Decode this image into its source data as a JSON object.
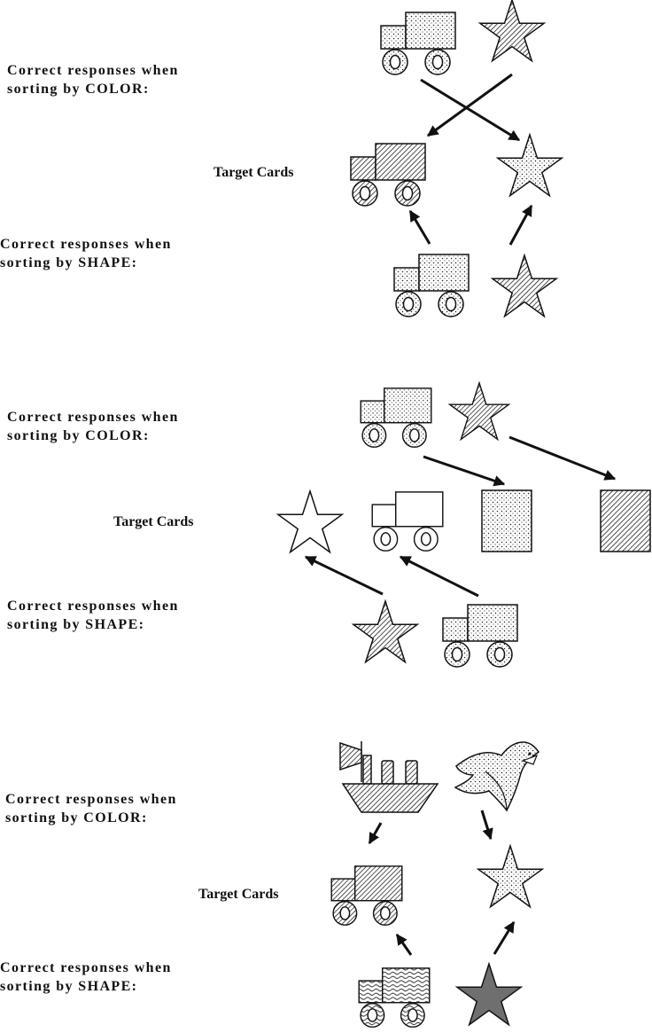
{
  "panels": [
    {
      "color_label": [
        "Correct responses when",
        "sorting by COLOR:"
      ],
      "target_label": "Target Cards",
      "shape_label": [
        "Correct responses when",
        "sorting by SHAPE:"
      ]
    },
    {
      "color_label": [
        "Correct responses when",
        "sorting by COLOR:"
      ],
      "target_label": "Target Cards",
      "shape_label": [
        "Correct responses when",
        "sorting by SHAPE:"
      ]
    },
    {
      "color_label": [
        "Correct responses when",
        "sorting by COLOR:"
      ],
      "target_label": "Target Cards",
      "shape_label": [
        "Correct responses when",
        "sorting by SHAPE:"
      ]
    }
  ],
  "figures": {
    "panel_1": {
      "color_row": [
        {
          "shape": "truck",
          "fill": "dots"
        },
        {
          "shape": "star",
          "fill": "hatch"
        }
      ],
      "targets": [
        {
          "shape": "truck",
          "fill": "hatch"
        },
        {
          "shape": "star",
          "fill": "dots"
        }
      ],
      "shape_row": [
        {
          "shape": "truck",
          "fill": "dots"
        },
        {
          "shape": "star",
          "fill": "hatch"
        }
      ]
    },
    "panel_2": {
      "color_row": [
        {
          "shape": "truck",
          "fill": "dots"
        },
        {
          "shape": "star",
          "fill": "hatch"
        }
      ],
      "targets": [
        {
          "shape": "star",
          "fill": "none"
        },
        {
          "shape": "truck",
          "fill": "none"
        },
        {
          "shape": "square",
          "fill": "dots"
        },
        {
          "shape": "square",
          "fill": "hatch"
        }
      ],
      "shape_row": [
        {
          "shape": "star",
          "fill": "hatch"
        },
        {
          "shape": "truck",
          "fill": "dots"
        }
      ]
    },
    "panel_3": {
      "color_row": [
        {
          "shape": "boat",
          "fill": "hatch"
        },
        {
          "shape": "bird",
          "fill": "dots"
        }
      ],
      "targets": [
        {
          "shape": "truck",
          "fill": "hatch"
        },
        {
          "shape": "star",
          "fill": "dots"
        }
      ],
      "shape_row": [
        {
          "shape": "truck",
          "fill": "waves"
        },
        {
          "shape": "star",
          "fill": "solid-gray"
        }
      ]
    }
  },
  "colors": {
    "stroke": "#111111",
    "solid_gray": "#6f6f6f"
  }
}
